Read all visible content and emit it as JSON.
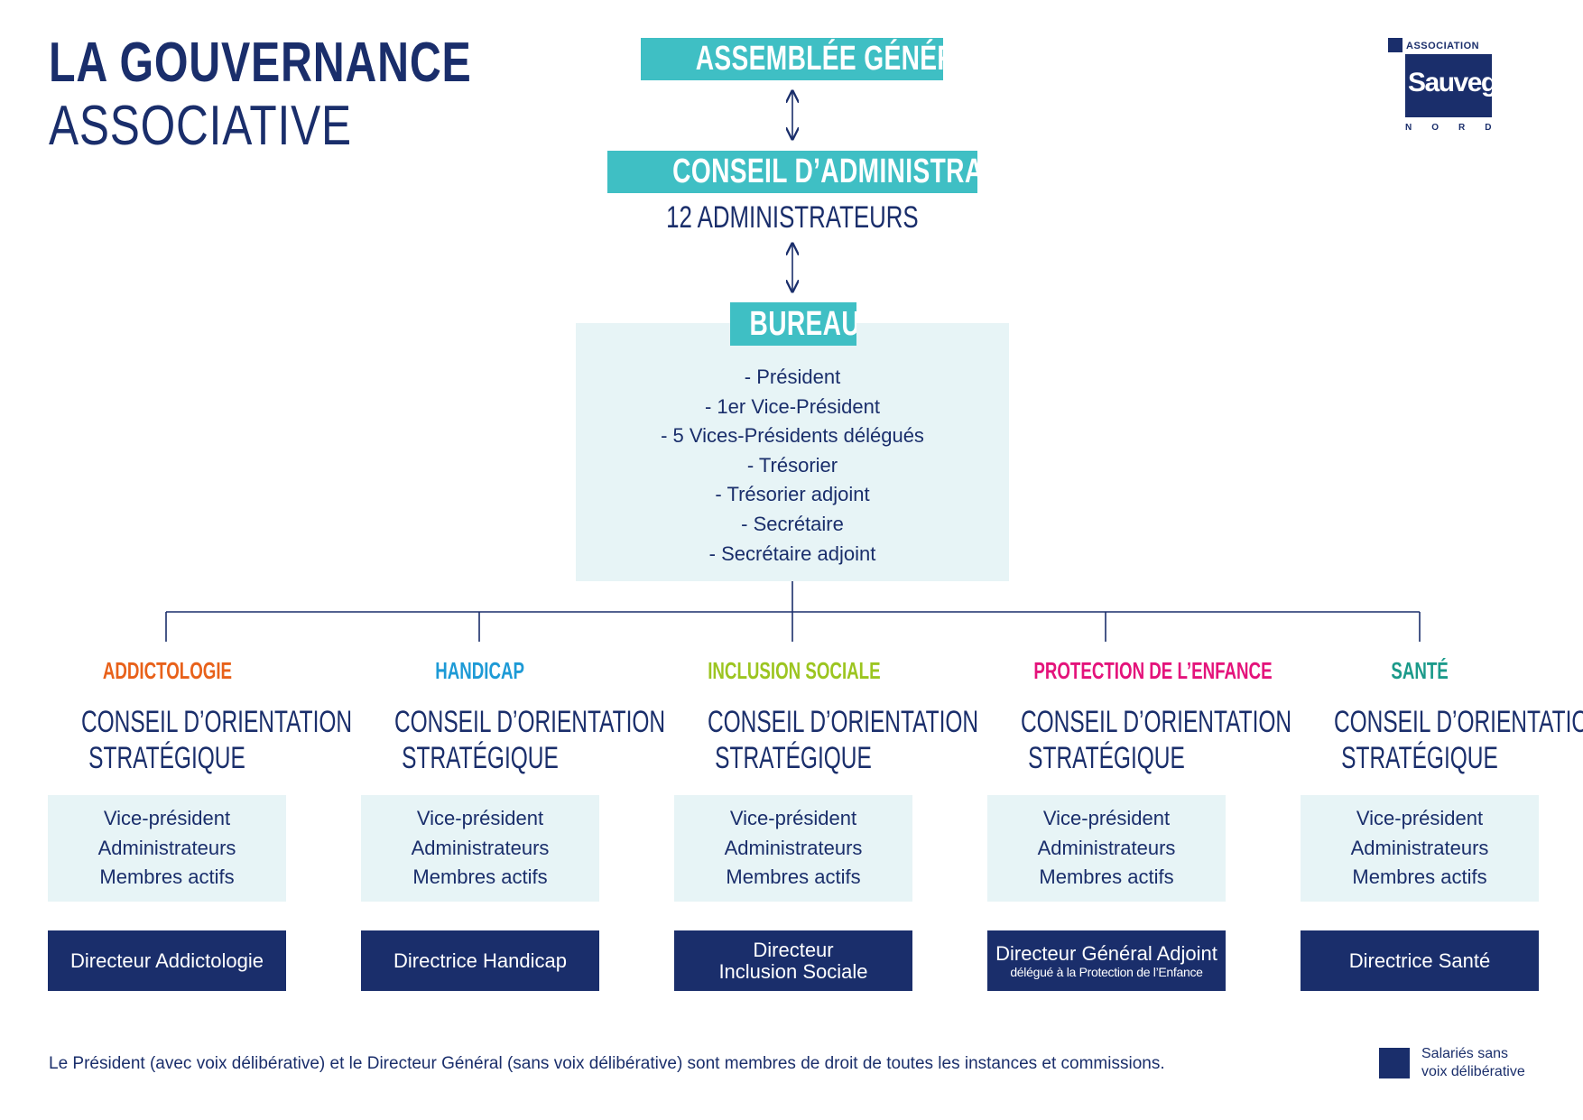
{
  "title": {
    "line1": "LA GOUVERNANCE",
    "line2": "ASSOCIATIVE"
  },
  "logo": {
    "association": "ASSOCIATION",
    "name_main": "Sauvegarde",
    "region": "NORD"
  },
  "assemblee": {
    "label": "ASSEMBLÉE GÉNÉRALE"
  },
  "conseil": {
    "label": "CONSEIL D’ADMINISTRATION",
    "subtitle": "12 ADMINISTRATEURS"
  },
  "bureau": {
    "label": "BUREAU",
    "members": [
      "- Président",
      "- 1er Vice-Président",
      "- 5 Vices-Présidents délégués",
      "- Trésorier",
      "- Trésorier adjoint",
      "- Secrétaire",
      "- Secrétaire adjoint"
    ]
  },
  "columns": [
    {
      "domain": "ADDICTOLOGIE",
      "color": "#e8611a",
      "council_line1": "CONSEIL D’ORIENTATION",
      "council_line2": "STRATÉGIQUE",
      "members": [
        "Vice-président",
        "Administrateurs",
        "Membres actifs"
      ],
      "director_line1": "Directeur Addictologie",
      "director_line2": "",
      "director_small": ""
    },
    {
      "domain": "HANDICAP",
      "color": "#1d9ad6",
      "council_line1": "CONSEIL D’ORIENTATION",
      "council_line2": "STRATÉGIQUE",
      "members": [
        "Vice-président",
        "Administrateurs",
        "Membres actifs"
      ],
      "director_line1": "Directrice Handicap",
      "director_line2": "",
      "director_small": ""
    },
    {
      "domain": "INCLUSION SOCIALE",
      "color": "#9cc520",
      "council_line1": "CONSEIL D’ORIENTATION",
      "council_line2": "STRATÉGIQUE",
      "members": [
        "Vice-président",
        "Administrateurs",
        "Membres actifs"
      ],
      "director_line1": "Directeur",
      "director_line2": "Inclusion Sociale",
      "director_small": ""
    },
    {
      "domain": "PROTECTION DE L’ENFANCE",
      "color": "#e4137b",
      "council_line1": "CONSEIL D’ORIENTATION",
      "council_line2": "STRATÉGIQUE",
      "members": [
        "Vice-président",
        "Administrateurs",
        "Membres actifs"
      ],
      "director_line1": "Directeur Général Adjoint",
      "director_line2": "",
      "director_small": "délégué à la Protection de l’Enfance"
    },
    {
      "domain": "SANTÉ",
      "color": "#1b9a8a",
      "council_line1": "CONSEIL D’ORIENTATION",
      "council_line2": "STRATÉGIQUE",
      "members": [
        "Vice-président",
        "Administrateurs",
        "Membres actifs"
      ],
      "director_line1": "Directrice Santé",
      "director_line2": "",
      "director_small": ""
    }
  ],
  "footnote": "Le Président (avec voix délibérative) et le Directeur Général (sans voix délibérative) sont membres de droit de toutes les instances et commissions.",
  "legend": {
    "line1": "Salariés sans",
    "line2": "voix délibérative"
  },
  "colors": {
    "navy": "#1a2e6b",
    "teal": "#3fbfc4",
    "panel": "#e7f4f6"
  }
}
